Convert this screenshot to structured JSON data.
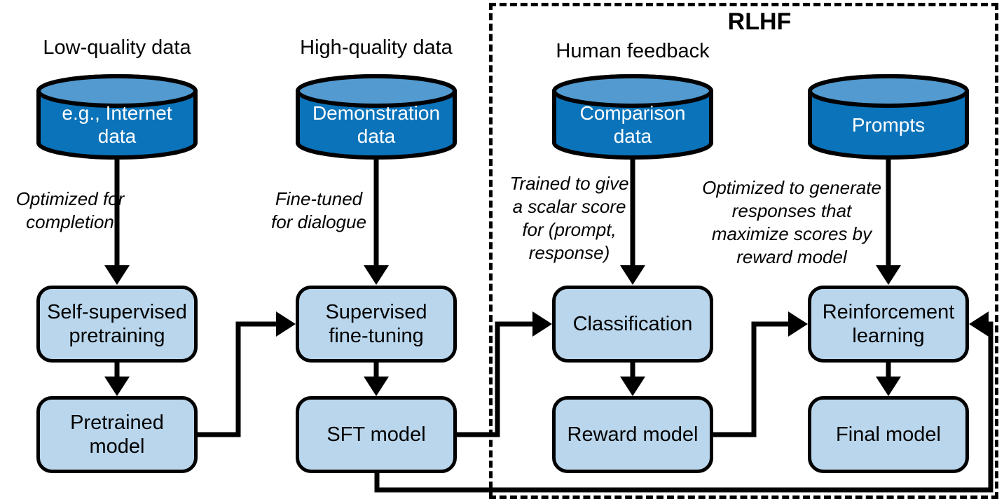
{
  "title": "RLHF",
  "columns": [
    {
      "top_label": "Low-quality data",
      "cylinder_label": "e.g., Internet\ndata",
      "annotation": "Optimized for\ncompletion",
      "box1": "Self-supervised\npretraining",
      "box2": "Pretrained\nmodel"
    },
    {
      "top_label": "High-quality data",
      "cylinder_label": "Demonstration\ndata",
      "annotation": "Fine-tuned\nfor dialogue",
      "box1": "Supervised\nfine-tuning",
      "box2": "SFT model"
    },
    {
      "top_label": "Human feedback",
      "cylinder_label": "Comparison\ndata",
      "annotation": "Trained to give\na scalar score\nfor (prompt,\nresponse)",
      "box1": "Classification",
      "box2": "Reward model"
    },
    {
      "cylinder_label": "Prompts",
      "annotation": "Optimized to generate\nresponses that\nmaximize scores by\nreward model",
      "box1": "Reinforcement\nlearning",
      "box2": "Final model"
    }
  ],
  "colors": {
    "cylinder_body": "#0b73ba",
    "cylinder_top": "#529ad0",
    "box_fill": "#b9d6ec",
    "outline": "#000000"
  }
}
